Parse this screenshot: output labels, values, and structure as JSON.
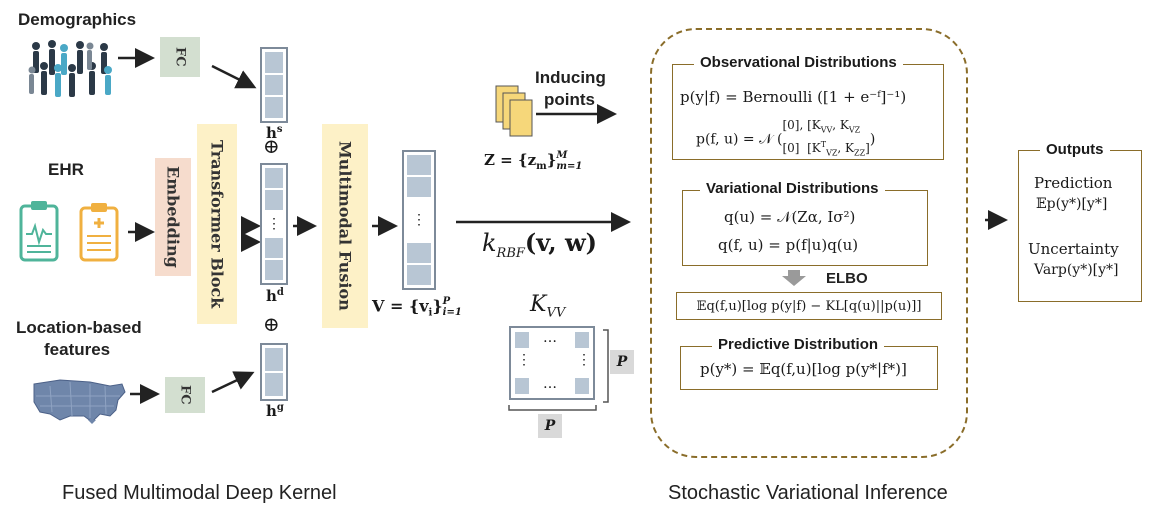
{
  "left": {
    "demographics_label": "Demographics",
    "ehr_label": "EHR",
    "location_label_1": "Location-based",
    "location_label_2": "features",
    "fc_label": "FC",
    "embedding_label": "Embedding",
    "transformer_label": "Transformer Block",
    "fusion_label": "Multimodal Fusion",
    "h_s": "h",
    "h_s_sup": "s",
    "h_d": "h",
    "h_d_sup": "d",
    "h_g": "h",
    "h_g_sup": "g",
    "oplus": "⊕",
    "vdots": "⋮",
    "v_eq": "V = {v",
    "v_sub": "i",
    "v_close": "}",
    "v_sup": "P",
    "v_sub2": "i=1"
  },
  "middle": {
    "inducing_1": "Inducing",
    "inducing_2": "points",
    "z_eq": "Z = {z",
    "z_sub": "m",
    "z_sup": "M",
    "z_sub2": "m=1",
    "kernel": "k",
    "kernel_sub": "RBF",
    "kernel_args": "(v, w)",
    "kvv": "K",
    "kvv_sub": "VV",
    "p_label": "P",
    "dots_h": "…",
    "dots_v": "⋮"
  },
  "svi": {
    "obs_title": "Observational Distributions",
    "obs_eq1": "p(y|f) = Bernoulli ([1 + e⁻ᶠ]⁻¹)",
    "obs_eq2_a": "p(f, u) = 𝒩 (",
    "obs_eq2_b": "[0], [K",
    "obs_eq2_c": "[0]  [K",
    "var_title": "Variational Distributions",
    "var_eq1": "q(u) = 𝒩(Zα, Iσ²)",
    "var_eq2": "q(f, u) = p(f|u)q(u)",
    "elbo_label": "ELBO",
    "elbo_eq": "𝔼q(f,u)[log p(y|f) − KL[q(u)||p(u)]]",
    "pred_title": "Predictive Distribution",
    "pred_eq": "p(y*) = 𝔼q(f,u)[log p(y*|f*)]"
  },
  "outputs": {
    "title": "Outputs",
    "prediction": "Prediction",
    "prediction_eq": "𝔼p(y*)[y*]",
    "uncertainty": "Uncertainty",
    "uncertainty_eq": "Varp(y*)[y*]"
  },
  "captions": {
    "left": "Fused Multimodal Deep Kernel",
    "right": "Stochastic Variational Inference"
  },
  "colors": {
    "fc_fill": "#d3dfd0",
    "embedding_fill": "#f6dccd",
    "transformer_fill": "#fdf1c7",
    "fusion_fill": "#fdf1c7",
    "vector_cell": "#b8c6d4",
    "svi_border": "#8a6d2a"
  }
}
